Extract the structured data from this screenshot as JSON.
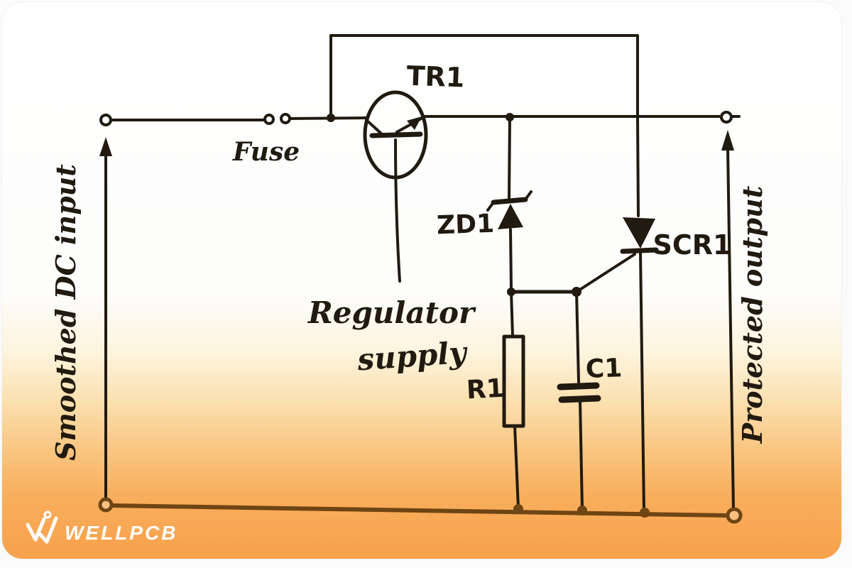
{
  "schematic": {
    "side_labels": {
      "input": "Smoothed DC input",
      "output": "Protected output"
    },
    "fuse_label": "Fuse",
    "regulator_label_line1": "Regulator",
    "regulator_label_line2": "supply",
    "components": {
      "transistor": "TR1",
      "zener_diode": "ZD1",
      "scr": "SCR1",
      "resistor": "R1",
      "capacitor": "C1"
    }
  },
  "branding": {
    "logo_text": "WELLPCB"
  },
  "colors": {
    "ink": "#211a10",
    "rail": "#6e4513",
    "orange": "#f7a14c",
    "logo": "#ffffff"
  }
}
